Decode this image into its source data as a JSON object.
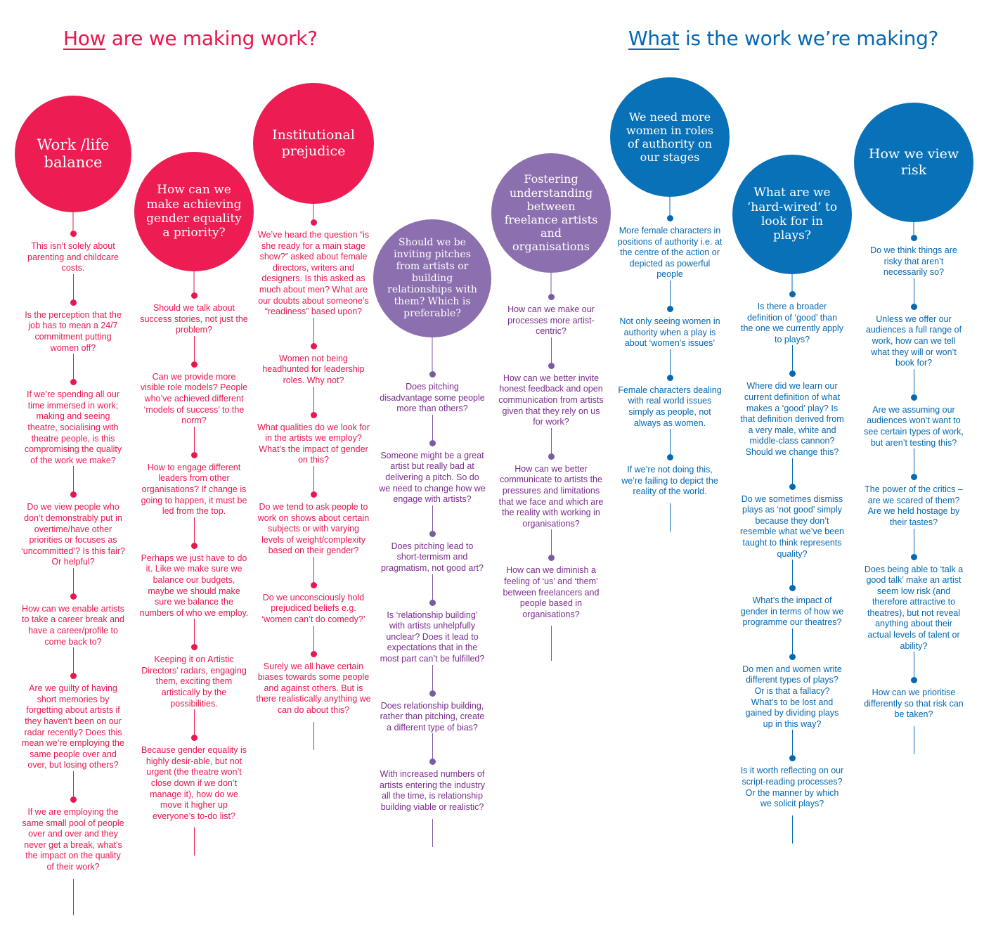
{
  "headings": {
    "left_underlined": "How",
    "left_rest": " are we making work?",
    "right_underlined": "What",
    "right_rest": " is the work we’re making?"
  },
  "colors": {
    "red": "#e8174e",
    "purple": "#8b6fae",
    "blue": "#0468b2"
  },
  "columns": [
    {
      "title": "Work /life balance",
      "color": "red",
      "items": [
        "This isn’t solely about parenting and childcare costs.",
        "Is the perception that the job has to mean a 24/7 commitment putting women off?",
        "If we’re spending all our time immersed in work; making and seeing theatre, socialising with theatre people, is this compromising the quality of the work we make?",
        "Do we view people who don’t demonstrably put in overtime/have other priorities or focuses as ‘uncommitted’? Is this fair? Or helpful?",
        "How can we enable artists to take a career break and have a career/profile to come back to?",
        "Are we guilty of having short memories by forgetting about artists if they haven’t been on our radar recently? Does this mean we’re employing the same people over and over, but losing others?",
        "If we are employing the same small pool of people over and over and they never get a break, what’s the impact on the quality of their work?"
      ]
    },
    {
      "title": "How can we make achieving gender equality a priority?",
      "color": "red",
      "items": [
        "Should we talk about success stories, not just the problem?",
        "Can we provide more visible role models? People who’ve achieved different ‘models of success’ to the norm?",
        "How to engage different leaders from other organisations? If change is going to happen, it must be led from the top.",
        "Perhaps we just have to do it. Like we make sure we balance our budgets, maybe we should make sure we balance the numbers of who we employ.",
        "Keeping it on Artistic Directors’ radars, engaging them, exciting them artistically by the possibilities.",
        "Because gender equality is highly desir-able, but not urgent (the theatre won’t close down if we don’t manage it), how do we move it higher up everyone’s to-do list?"
      ]
    },
    {
      "title": "Institutional prejudice",
      "color": "red",
      "items": [
        "We’ve heard the question “is she ready for a main stage show?” asked about female directors, writers and designers. Is this asked as much about men? What are our doubts about someone’s “readiness” based upon?",
        "Women not being headhunted for leadership roles. Why not?",
        "What qualities do we look for in the artists we employ? What’s the impact of gender on this?",
        "Do we tend to ask people to work on shows about certain subjects or with varying levels of weight/complexity based on their gender?",
        "Do we unconsciously hold prejudiced beliefs e.g. ‘women can’t do comedy?’",
        "Surely we all have certain biases towards some people and against others. But is there realistically anything we can do about this?"
      ]
    },
    {
      "title": "Should we be inviting pitches from artists or building relationships with them? Which is preferable?",
      "color": "purple",
      "items": [
        "Does pitching disadvantage some people more than others?",
        "Someone might be a great artist but really bad at delivering a pitch. So do we need to change how we engage with artists?",
        "Does pitching lead to short-termism and pragmatism, not good art?",
        "Is ‘relationship building’ with artists unhelpfully unclear? Does it lead to expectations that in the most part can’t be fulfilled?",
        "Does relationship building, rather than pitching, create a different type of bias?",
        "With increased numbers of artists entering the industry all the time, is relationship building viable or realistic?"
      ]
    },
    {
      "title": "Fostering understanding between freelance artists and organisations",
      "color": "purple",
      "items": [
        "How can we make our processes more artist-centric?",
        "How can we better invite honest feedback and open communication from artists given that they rely on us for work?",
        "How can we better communicate to artists the pressures and limitations that we face and which are the reality with working in organisations?",
        "How can we diminish a feeling of ‘us’ and ‘them’ between freelancers and people based in organisations?"
      ]
    },
    {
      "title": "We need more women in roles of authority on our stages",
      "color": "blue",
      "items": [
        "More female characters in positions of authority i.e. at the centre of the action or depicted as powerful people",
        "Not only seeing women in authority when a play is about ‘women’s issues’",
        "Female characters dealing with real world issues simply as people, not always as women.",
        "If we’re not doing this, we’re failing to depict the reality of the world."
      ]
    },
    {
      "title": "What are we ‘hard-wired’ to look for in plays?",
      "color": "blue",
      "items": [
        "Is there a broader definition of ‘good’ than the one we currently apply to plays?",
        "Where did we learn our current definition of what makes a ‘good’ play? Is that definition derived from a very male, white and middle-class cannon? Should we change this?",
        "Do we sometimes dismiss plays as ‘not good’ simply because they don’t resemble what we’ve been taught to think represents quality?",
        "What’s the impact of gender in terms of how we programme our theatres?",
        "Do men and women write different types of plays? Or is that a fallacy? What’s to be lost and gained by dividing plays up in this way?",
        "Is it worth reflecting on our script-reading processes? Or the manner by which we solicit plays?"
      ]
    },
    {
      "title": "How we view risk",
      "color": "blue",
      "items": [
        "Do we think things are risky that aren’t necessarily so?",
        "Unless we offer our audiences a full range of work, how can we tell what they will or won’t book for?",
        "Are we assuming our audiences won’t want to see certain types of work, but aren’t testing this?",
        "The power of the critics – are we scared of them? Are we held hostage by their tastes?",
        "Does being able to ‘talk a good talk’ make an artist seem low risk (and therefore attractive to theatres), but not reveal anything about their actual levels of talent or ability?",
        "How can we prioritise differently so that risk can be taken?"
      ]
    }
  ]
}
